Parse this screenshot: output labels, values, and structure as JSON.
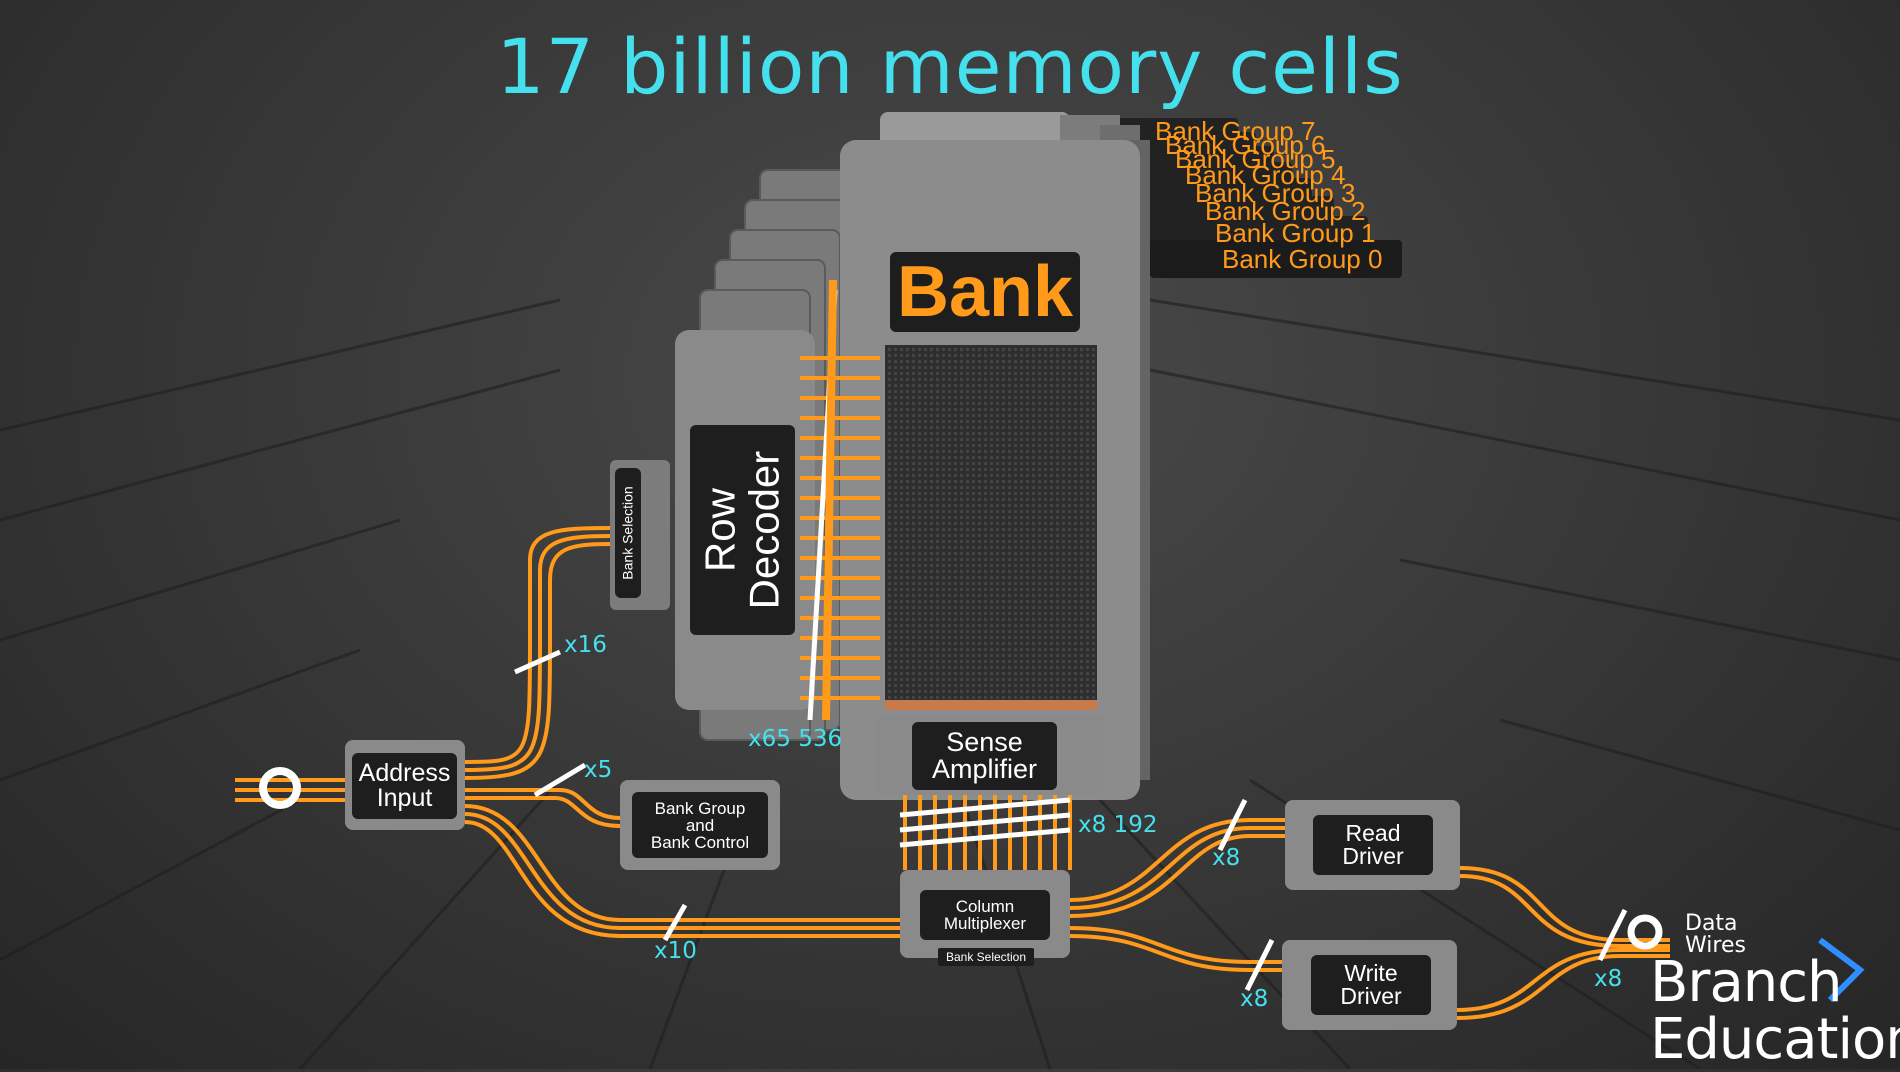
{
  "title": "17 billion memory cells",
  "bank": "Bank",
  "row_decoder": "Row\nDecoder",
  "bank_selection_vertical": "Bank Selection",
  "sense_amplifier": "Sense\nAmplifier",
  "bank_group_control": "Bank Group\nand\nBank Control",
  "address_input": "Address\nInput",
  "column_multiplexer": "Column\nMultiplexer",
  "bank_selection_small": "Bank Selection",
  "read_driver": "Read\nDriver",
  "write_driver": "Write\nDriver",
  "data_wires": "Data\nWires",
  "counts": {
    "x16": "x16",
    "x5": "x5",
    "x10": "x10",
    "x65536": "x65 536",
    "x8192": "x8 192",
    "x8_read": "x8",
    "x8_write": "x8",
    "x8_data": "x8"
  },
  "bank_groups": [
    "Bank Group 7",
    "Bank Group 6",
    "Bank Group 5",
    "Bank Group 4",
    "Bank Group 3",
    "Bank Group 2",
    "Bank Group 1",
    "Bank Group 0"
  ],
  "logo": {
    "line1": "Branch",
    "line2": "Education"
  },
  "colors": {
    "accent": "#ff9a1a",
    "cyan": "#45e0ee",
    "block": "#8a8a8a",
    "label_bg": "#1e1e1e"
  }
}
